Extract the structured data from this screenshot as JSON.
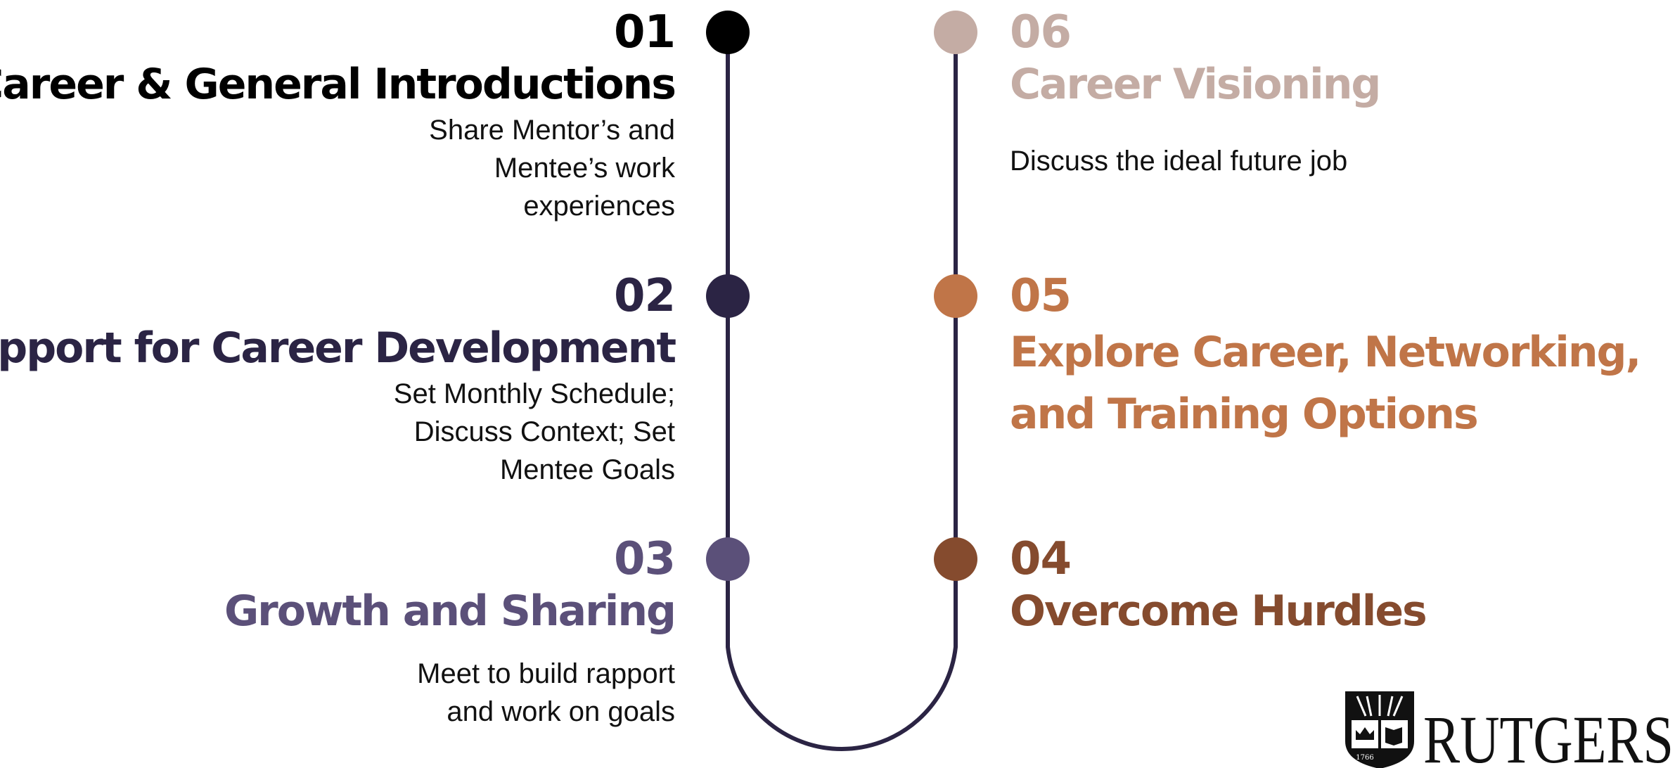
{
  "steps": [
    {
      "number": "01",
      "title": "Career & General Introductions",
      "description": "Share Mentor’s and Mentee’s work experiences",
      "color": "#000000"
    },
    {
      "number": "02",
      "title": "Support for Career Development",
      "description": "Set Monthly Schedule; Discuss Context; Set Mentee Goals",
      "color": "#2b2444"
    },
    {
      "number": "03",
      "title": "Growth and Sharing",
      "description": "Meet to build rapport and work on goals",
      "color": "#5b5079"
    },
    {
      "number": "04",
      "title": "Overcome Hurdles",
      "description": "",
      "color": "#854b2e"
    },
    {
      "number": "05",
      "title": "Explore Career, Networking, and Training Options",
      "description": "",
      "color": "#c07548"
    },
    {
      "number": "06",
      "title": "Career Visioning",
      "description": "Discuss the ideal future job",
      "color": "#c4aca4"
    }
  ],
  "line_color": "#2b2444",
  "logo": {
    "name": "RUTGERS",
    "year": "1766"
  }
}
